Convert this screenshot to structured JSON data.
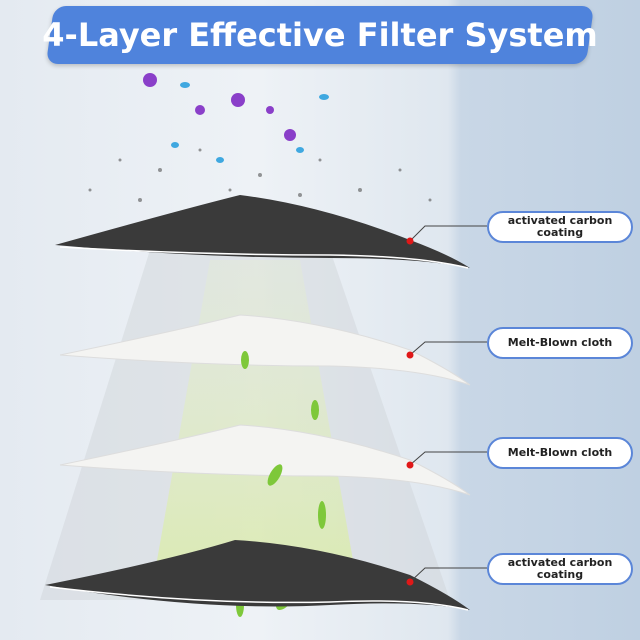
{
  "title": "4-Layer Effective Filter System",
  "layers": [
    {
      "label": "activated carbon coating"
    },
    {
      "label": "Melt-Blown cloth"
    },
    {
      "label": "Melt-Blown cloth"
    },
    {
      "label": "activated carbon coating"
    }
  ],
  "colors": {
    "banner": "#4f83dc",
    "carbon": "#3a3a3a",
    "meltblown": "#f4f4f2",
    "marker": "#e01818",
    "label_border": "#5b86d8"
  }
}
